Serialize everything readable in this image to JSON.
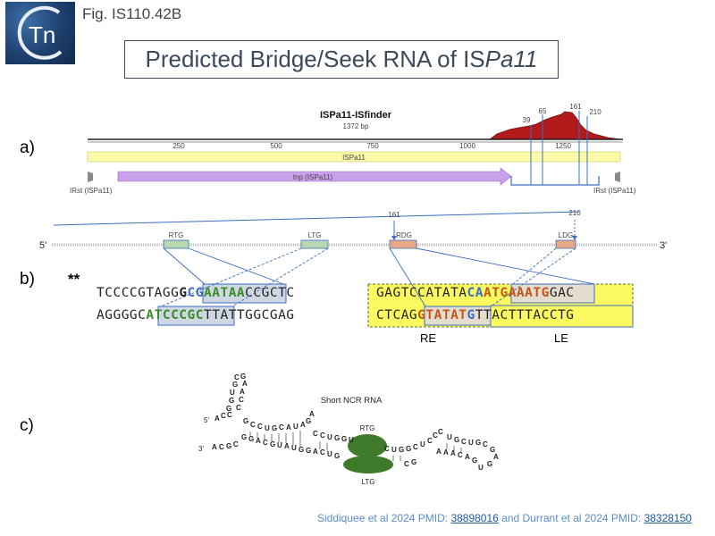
{
  "fig_label": "Fig. IS110.42B",
  "logo_text": "Tn",
  "title_plain": "Predicted Bridge/Seek RNA of IS",
  "title_italic": "Pa11",
  "panels": {
    "a": "a)",
    "b": "b)",
    "c": "c)"
  },
  "map": {
    "name": "ISPa11-ISfinder",
    "length": "1372 bp",
    "ticks": [
      "250",
      "500",
      "750",
      "1000",
      "1250"
    ],
    "feature_label": "ISPa11",
    "tnp_label": "tnp (ISPa11)",
    "irst_left": "IRst (ISPa11)",
    "irst_right": "IRst (ISPa11)",
    "peak_labels": [
      "39",
      "65",
      "161",
      "210"
    ]
  },
  "seq_marks": {
    "five_prime": "5'",
    "three_prime": "3'",
    "rtg": "RTG",
    "ltg": "LTG",
    "rdg": "RDG",
    "ldg": "LDG",
    "p161": "161",
    "p210": "210"
  },
  "stars": "**",
  "bridge": {
    "left_top": [
      "TCCCCGTAGG",
      "G",
      "CG",
      "AATAA",
      "CCGCTC"
    ],
    "left_bottom": [
      "AGGGGC",
      "ATCCCGC",
      "TTATTGGCGAG"
    ],
    "right_top": [
      "GAGTCCATATA",
      "CA",
      "ATGAAATG",
      "GAC"
    ],
    "right_bottom": [
      "CTCAG",
      "GTATAT",
      "G",
      "TTACTTTACCTG"
    ],
    "re": "RE",
    "le": "LE"
  },
  "rna": {
    "title": "Short NCR RNA",
    "rtg": "RTG",
    "ltg": "LTG",
    "five": "5'",
    "three": "3'"
  },
  "citation": {
    "part1": "Siddiquee et al 2024 PMID: ",
    "pmid1": "38898016",
    "part2": " and Durrant et al 2024 PMID: ",
    "pmid2": "38328150"
  }
}
